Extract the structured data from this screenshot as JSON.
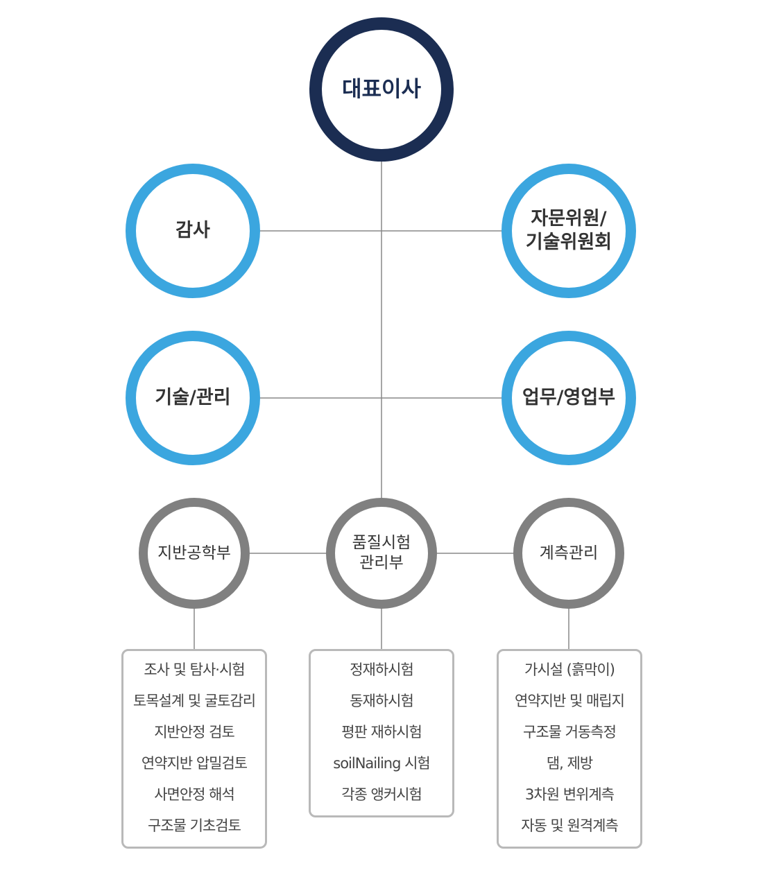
{
  "ceo": {
    "label": "대표이사"
  },
  "advisory": [
    {
      "label": "감사"
    },
    {
      "label": "자문위원/\n기술위원회"
    }
  ],
  "divisions": [
    {
      "label": "기술/관리"
    },
    {
      "label": "업무/영업부"
    }
  ],
  "departments": [
    {
      "label": "지반공학부",
      "tasks": [
        "조사 및 탐사·시험",
        "토목설계 및 굴토감리",
        "지반안정 검토",
        "연약지반 압밀검토",
        "사면안정 해석",
        "구조물 기초검토"
      ]
    },
    {
      "label": "품질시험\n관리부",
      "tasks": [
        "정재하시험",
        "동재하시험",
        "평판 재하시험",
        "soilNailing 시험",
        "각종 앵커시험"
      ]
    },
    {
      "label": "계측관리",
      "tasks": [
        "가시설 (흙막이)",
        "연약지반 및 매립지",
        "구조물 거동측정",
        "댐, 제방",
        "3차원 변위계측",
        "자동 및 원격계측"
      ]
    }
  ],
  "colors": {
    "ceo_ring": "#1b2d52",
    "blue_ring": "#3ba6df",
    "gray_ring": "#808080",
    "box_border": "#b9b9b9",
    "connector": "#888888"
  }
}
